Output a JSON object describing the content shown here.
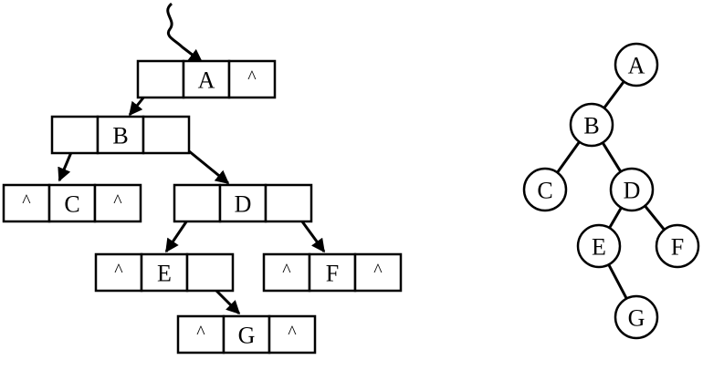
{
  "linked_nodes": [
    {
      "id": "A",
      "left": "",
      "data": "A",
      "right": "^"
    },
    {
      "id": "B",
      "left": "",
      "data": "B",
      "right": ""
    },
    {
      "id": "C",
      "left": "^",
      "data": "C",
      "right": "^"
    },
    {
      "id": "D",
      "left": "",
      "data": "D",
      "right": ""
    },
    {
      "id": "E",
      "left": "^",
      "data": "E",
      "right": ""
    },
    {
      "id": "F",
      "left": "^",
      "data": "F",
      "right": "^"
    },
    {
      "id": "G",
      "left": "^",
      "data": "G",
      "right": "^"
    }
  ],
  "pointers": [
    {
      "from": "A",
      "side": "left",
      "to": "B"
    },
    {
      "from": "B",
      "side": "left",
      "to": "C"
    },
    {
      "from": "B",
      "side": "right",
      "to": "D"
    },
    {
      "from": "D",
      "side": "left",
      "to": "E"
    },
    {
      "from": "D",
      "side": "right",
      "to": "F"
    },
    {
      "from": "E",
      "side": "right",
      "to": "G"
    }
  ],
  "tree_nodes": [
    "A",
    "B",
    "C",
    "D",
    "E",
    "F",
    "G"
  ],
  "tree_edges": [
    [
      "A",
      "B"
    ],
    [
      "B",
      "C"
    ],
    [
      "B",
      "D"
    ],
    [
      "D",
      "E"
    ],
    [
      "D",
      "F"
    ],
    [
      "E",
      "G"
    ]
  ]
}
